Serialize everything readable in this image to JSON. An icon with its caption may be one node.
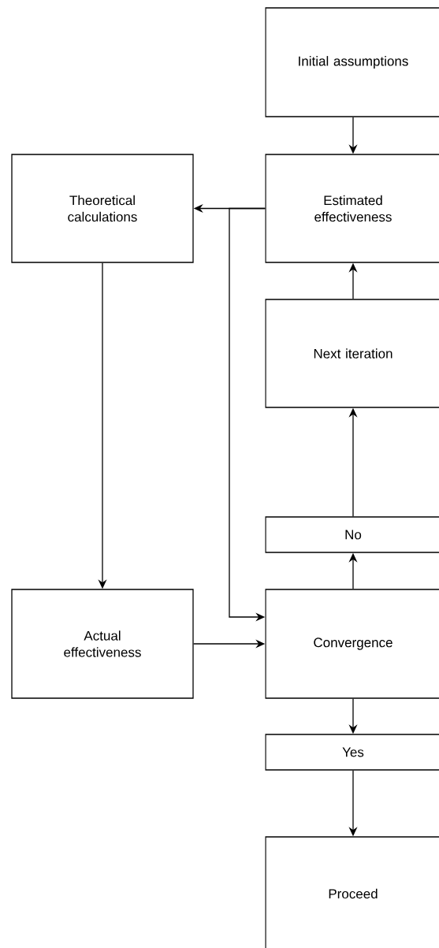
{
  "diagram": {
    "nodes": [
      {
        "text": [
          "Initial assumptions"
        ]
      },
      {
        "text": [
          "Estimated effectiveness"
        ]
      },
      {
        "text": [
          "Theoretical calculations"
        ]
      },
      {
        "text": [
          "Next iteration"
        ]
      },
      {
        "text": [
          "No"
        ]
      },
      {
        "text": [
          "Actual effectiveness"
        ]
      },
      {
        "text": [
          "Convergence"
        ]
      },
      {
        "text": [
          "Yes"
        ]
      },
      {
        "text": [
          "Proceed"
        ]
      }
    ],
    "edges": [
      {
        "from": 0,
        "to": 1,
        "arrow": "to"
      },
      {
        "from": 1,
        "to": 2,
        "arrow": "to"
      },
      {
        "from": 1,
        "to": 6,
        "arrow": "to"
      },
      {
        "from": 2,
        "to": 5,
        "arrow": "to"
      },
      {
        "from": 5,
        "to": 6,
        "arrow": "to"
      },
      {
        "from": 6,
        "to": 4,
        "arrow": "to"
      },
      {
        "from": 4,
        "to": 3,
        "arrow": "to"
      },
      {
        "from": 3,
        "to": 1,
        "arrow": "to"
      },
      {
        "from": 6,
        "to": 7,
        "arrow": "to"
      },
      {
        "from": 7,
        "to": 8,
        "arrow": "to"
      }
    ]
  }
}
